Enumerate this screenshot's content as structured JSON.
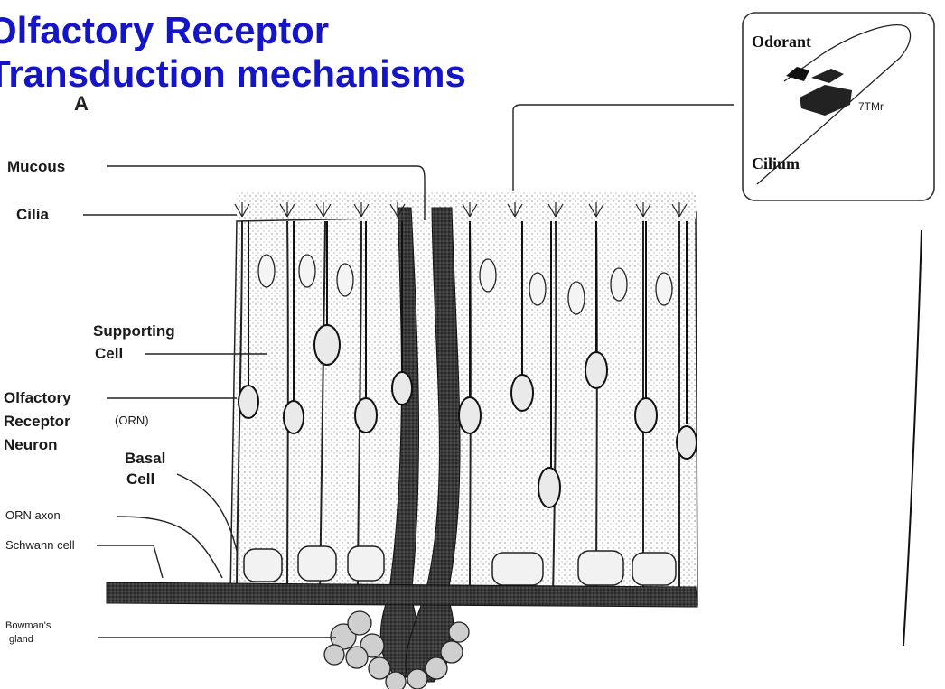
{
  "title": {
    "line1": "Olfactory  Receptor",
    "line2": "Transduction mechanisms",
    "color": "#1414c8"
  },
  "panel_label": "A",
  "labels": {
    "mucous": "Mucous",
    "cilia": "Cilia",
    "supporting_cell_1": "Supporting",
    "supporting_cell_2": "Cell",
    "orn_1": "Olfactory",
    "orn_2": "Receptor",
    "orn_abbrev": "(ORN)",
    "orn_3": "Neuron",
    "basal_1": "Basal",
    "basal_2": "Cell",
    "orn_axon": "ORN axon",
    "schwann": "Schwann cell",
    "bowman_1": "Bowman's",
    "bowman_2": "gland"
  },
  "inset": {
    "odorant": "Odorant",
    "receptor": "7TMr",
    "cilium": "Cilium"
  }
}
